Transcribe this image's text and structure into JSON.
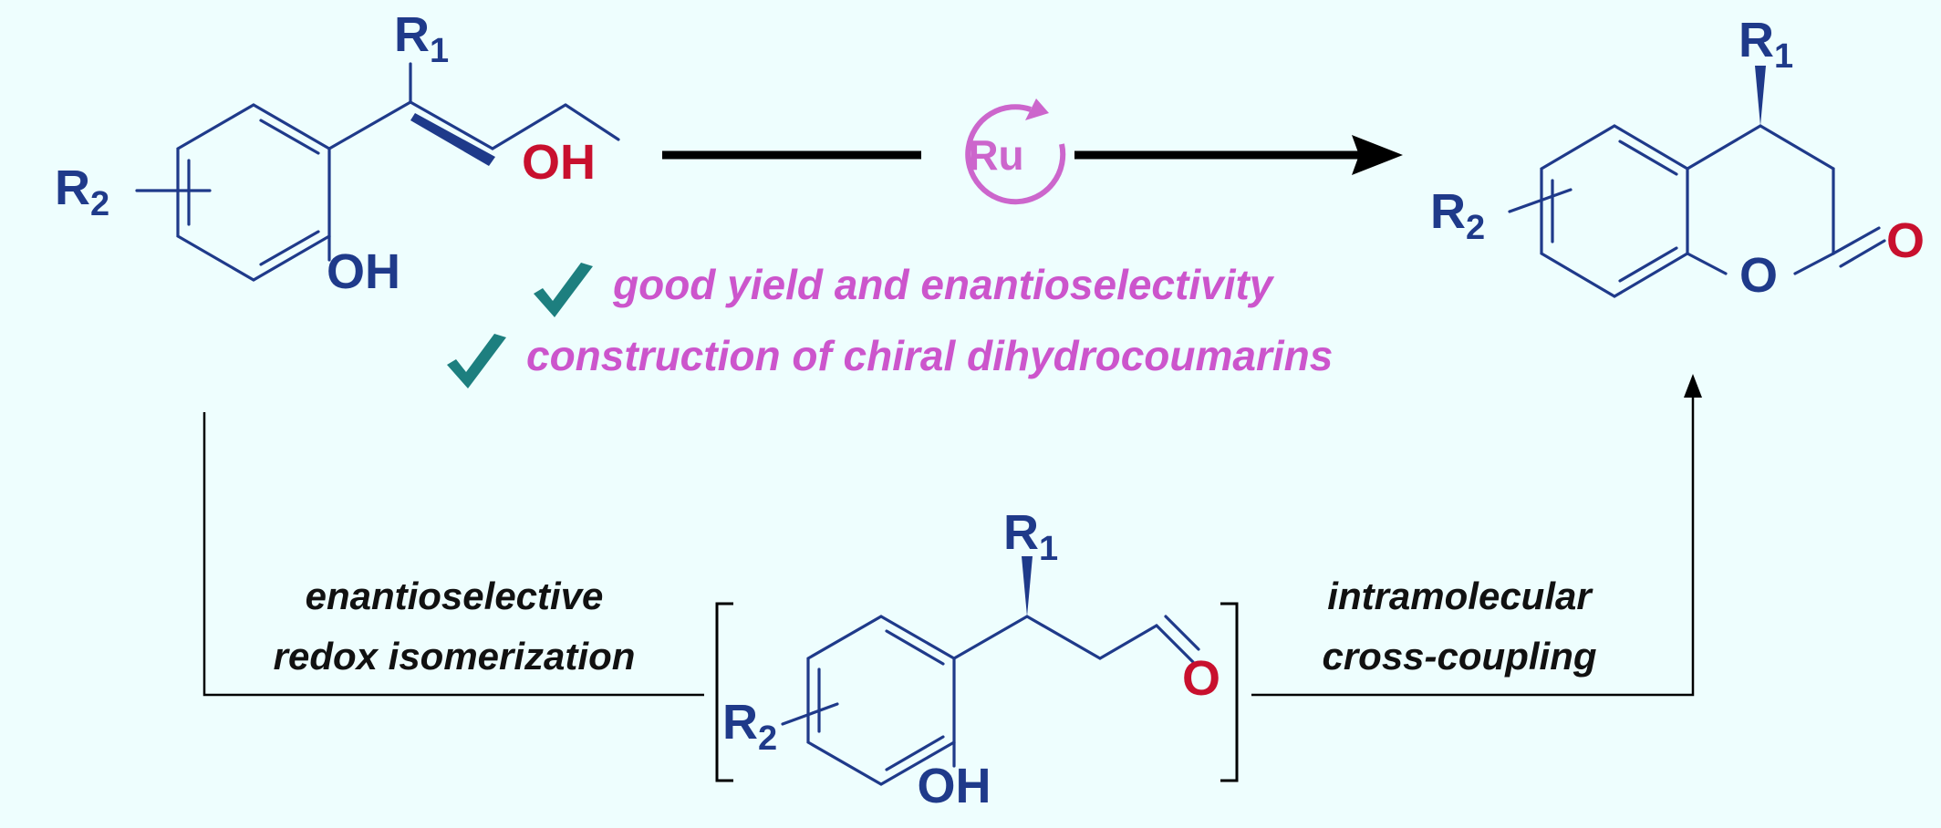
{
  "colors": {
    "background": "#eefefe",
    "structure": "#1f3a8a",
    "heteroatom_O": "#c8102e",
    "highlight_text": "#cc55cc",
    "catalyst": "#cc66cc",
    "check": "#1d7f7f",
    "arrow": "#000000"
  },
  "starting_material": {
    "r1": "R",
    "r1_sub": "1",
    "r2": "R",
    "r2_sub": "2",
    "alcohol_oh": "OH",
    "phenol_oh": "OH"
  },
  "catalyst": {
    "label": "Ru",
    "icon": "cycle-arrow-icon"
  },
  "product": {
    "r1": "R",
    "r1_sub": "1",
    "r2": "R",
    "r2_sub": "2",
    "ring_o": "O",
    "carbonyl_o": "O"
  },
  "intermediate": {
    "r1": "R",
    "r1_sub": "1",
    "r2": "R",
    "r2_sub": "2",
    "aldehyde_o": "O",
    "phenol_oh": "OH"
  },
  "highlights": [
    {
      "icon": "check-icon",
      "text": "good yield and enantioselectivity"
    },
    {
      "icon": "check-icon",
      "text": "construction of chiral dihydrocoumarins"
    }
  ],
  "step1": {
    "line1": "enantioselective",
    "line2": "redox isomerization"
  },
  "step2": {
    "line1": "intramolecular",
    "line2": "cross-coupling"
  }
}
